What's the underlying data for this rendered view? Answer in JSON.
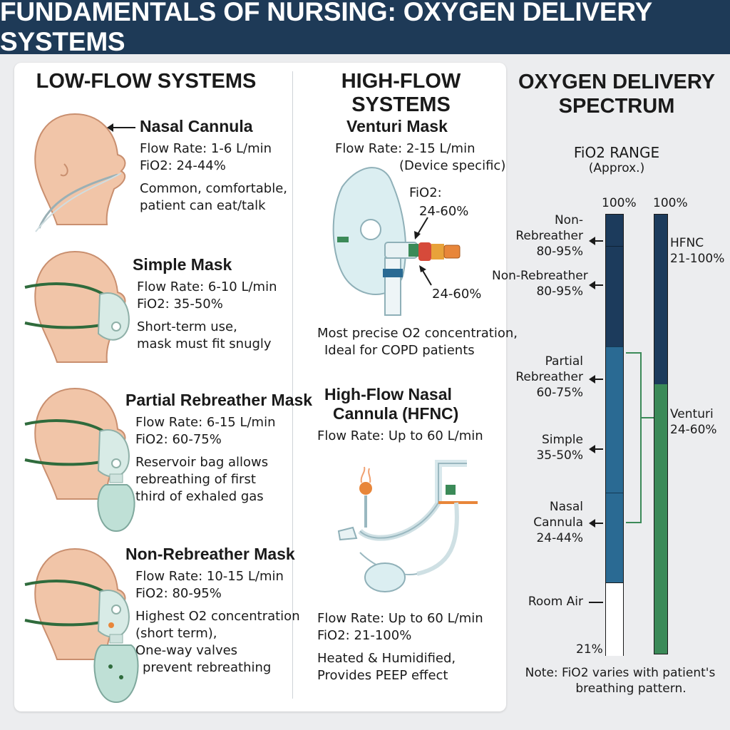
{
  "title": "FUNDAMENTALS OF NURSING: OXYGEN DELIVERY SYSTEMS",
  "low_flow": {
    "heading": "LOW-FLOW SYSTEMS",
    "devices": [
      {
        "name": "Nasal Cannula",
        "flow": "Flow Rate: 1-6 L/min",
        "fio2": "FiO2:  24-44%",
        "note1": "Common, comfortable,",
        "note2": "patient can eat/talk",
        "note3": ""
      },
      {
        "name": "Simple Mask",
        "flow": "Flow Rate: 6-10 L/min",
        "fio2": "FiO2: 35-50%",
        "note1": "Short-term use,",
        "note2": "mask must fit snugly",
        "note3": ""
      },
      {
        "name": "Partial Rebreather Mask",
        "flow": "Flow Rate: 6-15 L/min",
        "fio2": "FiO2: 60-75%",
        "note1": "Reservoir bag allows",
        "note2": "rebreathing of first",
        "note3": "third of exhaled gas"
      },
      {
        "name": "Non-Rebreather Mask",
        "flow": "Flow Rate: 10-15 L/min",
        "fio2": "FiO2: 80-95%",
        "note1": "Highest O2 concentration",
        "note2": "(short term),",
        "note3": "One-way valves",
        "note4": "prevent rebreathing"
      }
    ]
  },
  "high_flow": {
    "heading": "HIGH-FLOW SYSTEMS",
    "venturi": {
      "name": "Venturi Mask",
      "flow": "Flow Rate: 2-15 L/min",
      "flow_note": "(Device specific)",
      "fio2_label": "FiO2:",
      "fio2_value": "24-60%",
      "port_value": "24-60%",
      "note1": "Most precise O2 concentration,",
      "note2": "Ideal for COPD patients"
    },
    "hfnc": {
      "name1": "High-Flow Nasal",
      "name2": "Cannula (HFNC)",
      "flow_top": "Flow Rate: Up to 60 L/min",
      "flow": "Flow Rate: Up to 60 L/min",
      "fio2": "FiO2: 21-100%",
      "note1": "Heated & Humidified,",
      "note2": "Provides PEEP effect"
    }
  },
  "spectrum": {
    "heading1": "OXYGEN DELIVERY",
    "heading2": "SPECTRUM",
    "sub1": "FiO2 RANGE",
    "sub2": "(Approx.)",
    "top_left": "100%",
    "top_right": "100%",
    "bottom_left": "21%",
    "labels": [
      {
        "l1": "Non-",
        "l2": "Rebreather",
        "l3": "80-95%"
      },
      {
        "l1": "Non-Rebreather",
        "l2": "80-95%"
      },
      {
        "l1": "Partial",
        "l2": "Rebreather",
        "l3": "60-75%"
      },
      {
        "l1": "Simple",
        "l2": "35-50%"
      },
      {
        "l1": "Nasal",
        "l2": "Cannula",
        "l3": "24-44%"
      },
      {
        "l1": "Room Air"
      }
    ],
    "right_labels": [
      {
        "l1": "HFNC",
        "l2": "21-100%"
      },
      {
        "l1": "Venturi",
        "l2": "24-60%"
      }
    ],
    "note1": "Note: FiO2 varies with patient's",
    "note2": "breathing pattern.",
    "colors": {
      "dark": "#1c3b5c",
      "mid": "#2a6a93",
      "green": "#3b8a58",
      "room_air": "#ffffff"
    }
  }
}
